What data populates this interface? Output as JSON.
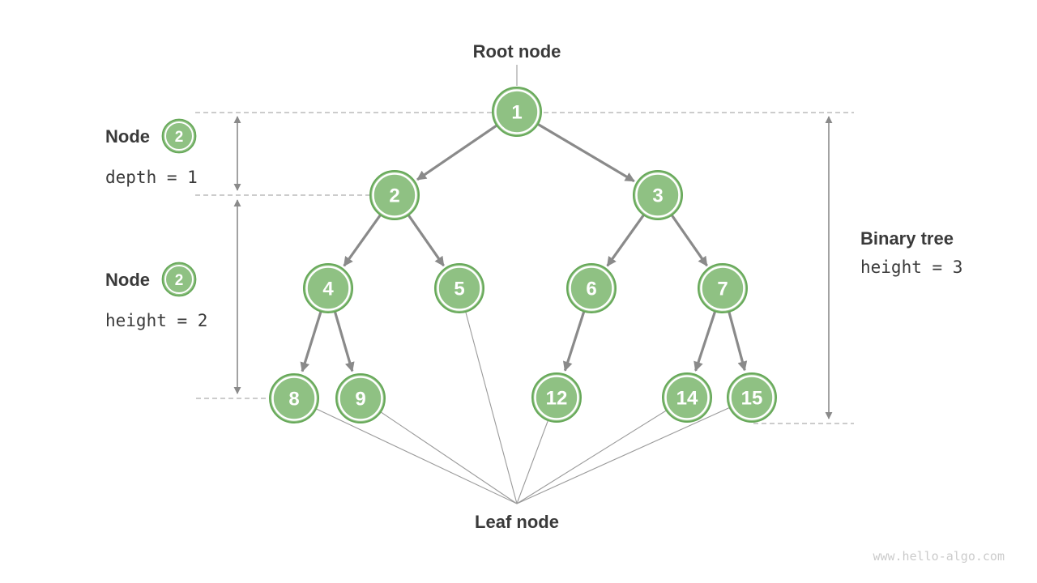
{
  "title": {
    "root": "Root node",
    "leaf": "Leaf node"
  },
  "annotations": {
    "depth": {
      "label": "Node",
      "badge": "2",
      "metric": "depth = 1"
    },
    "height": {
      "label": "Node",
      "badge": "2",
      "metric": "height = 2"
    },
    "binary_tree": {
      "label": "Binary tree",
      "metric": "height = 3"
    }
  },
  "watermark": "www.hello-algo.com",
  "tree": {
    "nodes": [
      {
        "value": "1"
      },
      {
        "value": "2"
      },
      {
        "value": "3"
      },
      {
        "value": "4"
      },
      {
        "value": "5"
      },
      {
        "value": "6"
      },
      {
        "value": "7"
      },
      {
        "value": "8"
      },
      {
        "value": "9"
      },
      {
        "value": "12"
      },
      {
        "value": "14"
      },
      {
        "value": "15"
      }
    ],
    "edges": [
      [
        "1",
        "2"
      ],
      [
        "1",
        "3"
      ],
      [
        "2",
        "4"
      ],
      [
        "2",
        "5"
      ],
      [
        "3",
        "6"
      ],
      [
        "3",
        "7"
      ],
      [
        "4",
        "8"
      ],
      [
        "4",
        "9"
      ],
      [
        "6",
        "12"
      ],
      [
        "7",
        "14"
      ],
      [
        "7",
        "15"
      ]
    ],
    "leaf_values": [
      "8",
      "9",
      "5",
      "12",
      "14",
      "15"
    ]
  },
  "colors": {
    "node_fill": "#8FC183",
    "node_stroke": "#66A858",
    "edge": "#8A8A8A",
    "thin_line": "#9A9A9A",
    "dashed": "#ADADAD",
    "text": "#3A3A3A",
    "watermark": "#CBCBCB"
  }
}
